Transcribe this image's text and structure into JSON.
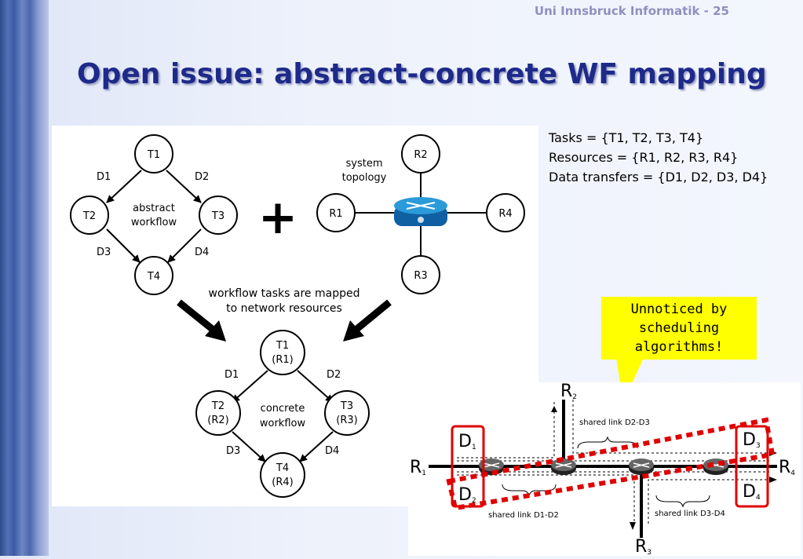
{
  "header": {
    "text": "Uni Innsbruck Informatik - 25"
  },
  "title": {
    "text": "Open issue: abstract-concrete WF mapping"
  },
  "sets": {
    "tasks": "Tasks = {T1, T2, T3, T4}",
    "resources": "Resources = {R1, R2, R3, R4}",
    "transfers": "Data transfers = {D1, D2, D3, D4}"
  },
  "note": {
    "line1": "Unnoticed by",
    "line2": "scheduling",
    "line3": "algorithms!"
  },
  "abstract_workflow": {
    "label1": "abstract",
    "label2": "workflow",
    "nodes": {
      "t1": "T1",
      "t2": "T2",
      "t3": "T3",
      "t4": "T4"
    },
    "edges": {
      "d1": "D1",
      "d2": "D2",
      "d3": "D3",
      "d4": "D4"
    }
  },
  "plus": "+",
  "topology": {
    "label1": "system",
    "label2": "topology",
    "nodes": {
      "r1": "R1",
      "r2": "R2",
      "r3": "R3",
      "r4": "R4"
    }
  },
  "mapping_text": {
    "line1": "workflow tasks are mapped",
    "line2": "to network resources"
  },
  "concrete_workflow": {
    "label1": "concrete",
    "label2": "workflow",
    "nodes": {
      "t1": {
        "task": "T1",
        "res": "(R1)"
      },
      "t2": {
        "task": "T2",
        "res": "(R2)"
      },
      "t3": {
        "task": "T3",
        "res": "(R3)"
      },
      "t4": {
        "task": "T4",
        "res": "(R4)"
      }
    },
    "edges": {
      "d1": "D1",
      "d2": "D2",
      "d3": "D3",
      "d4": "D4"
    }
  },
  "network": {
    "r1": "R",
    "r1_sub": "1",
    "r2": "R",
    "r2_sub": "2",
    "r3": "R",
    "r3_sub": "3",
    "r4": "R",
    "r4_sub": "4",
    "d1": "D",
    "d1_sub": "1",
    "d2": "D",
    "d2_sub": "2",
    "d3": "D",
    "d3_sub": "3",
    "d4": "D",
    "d4_sub": "4",
    "shared_d2d3": "shared link D2-D3",
    "shared_d1d2": "shared link D1-D2",
    "shared_d3d4": "shared link D3-D4"
  },
  "colors": {
    "title": "#1e2a8a",
    "highlight_red": "#e00000",
    "note_bg": "#ffff00",
    "router_blue": "#1a7fc9"
  }
}
